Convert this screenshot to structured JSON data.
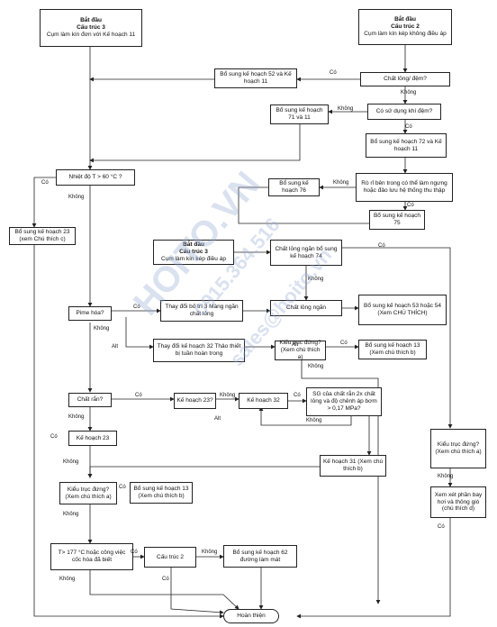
{
  "nodes": {
    "start3a": {
      "l1": "Bắt đầu",
      "l2": "Cấu trúc 3",
      "l3": "Cụm làm kín đơn với Kế hoạch 11"
    },
    "start2": {
      "l1": "Bắt đầu",
      "l2": "Cấu trúc 2",
      "l3": "Cụm làm kín kép không điều áp"
    },
    "add52_11": "Bổ sung kế hoạch 52 và Kế hoạch 11",
    "q_solid_gas": "Chất lỏng/ đệm?",
    "q_gas_seal": "Có sử dụng khí đệm?",
    "add71_11": "Bổ sung kế hoạch 71 và 11",
    "add72_11": "Bổ sung kế hoạch 72 và Kế hoạch 11",
    "q_temp": "Nhiệt độ T > 60 °C ?",
    "add76": "Bổ sung kế hoạch 76",
    "q_leak": "Rò rỉ bên trong có thể làm ngưng hoặc đảo lưu hệ thống thu thập",
    "add75": "Bổ sung kế hoạch 75",
    "add23c": "Bổ sung kế hoạch 23 (xem Chú thích c)",
    "start3b": {
      "l1": "Bắt đầu",
      "l2": "Cấu trúc 3",
      "l3": "Cụm làm kín kép điều áp"
    },
    "liquid_barrier": "Chất lỏng ngăn bổ sung kế hoạch 74",
    "q_poly": "Pime hóa?",
    "change_layout3": "Thay đổi bố trí 3 Màng ngăn chất lỏng",
    "liquid_barrier2": "Chất lỏng ngăn",
    "add53_54": "Bổ sung kế hoạch 53 hoặc 54 (Xem CHÚ THÍCH)",
    "change32": "Thay đổi kế hoạch 32 Thảo thiết bị tuần hoàn trong",
    "q_style_a": "Kiểu trục đứng? (Xem chú thích a)",
    "add13b": "Bổ sung kế hoạch 13 (Xem chú thích b)",
    "q_solids": "Chất rắn?",
    "plan23q": "Kế hoạch 23?",
    "plan32": "Kế hoạch 32",
    "q_sg": "SG của chất rắn 2x chất lỏng và độ chênh áp bơm > 0,17 MPa?",
    "plan23": "Kế hoạch 23",
    "plan31": "Kế hoạch 31 (Xem chú thích b)",
    "q_style_a2": "Kiểu trục đứng? (Xem chú thích a)",
    "add13b2": "Bổ sung kế hoạch 13 (Xem chú thích b)",
    "q_style_right": "Kiểu trục đứng? (Xem chú thích a)",
    "vent": "Xem xét phần bay hơi và thông gió (chú thích d)",
    "q_177": "T> 177 °C hoặc công việc cốc hóa đã biết",
    "struct2": "Cấu trúc 2",
    "add62": "Bổ sung kế hoạch 62 đường làm mát",
    "finish": "Hoàn thiện"
  },
  "labels": {
    "yes": "Có",
    "no": "Không",
    "alt": "Alt"
  },
  "watermark": {
    "line1": "HOITO.VN",
    "line2": "0915.364.516",
    "line3": "sales@hoito.vn"
  }
}
